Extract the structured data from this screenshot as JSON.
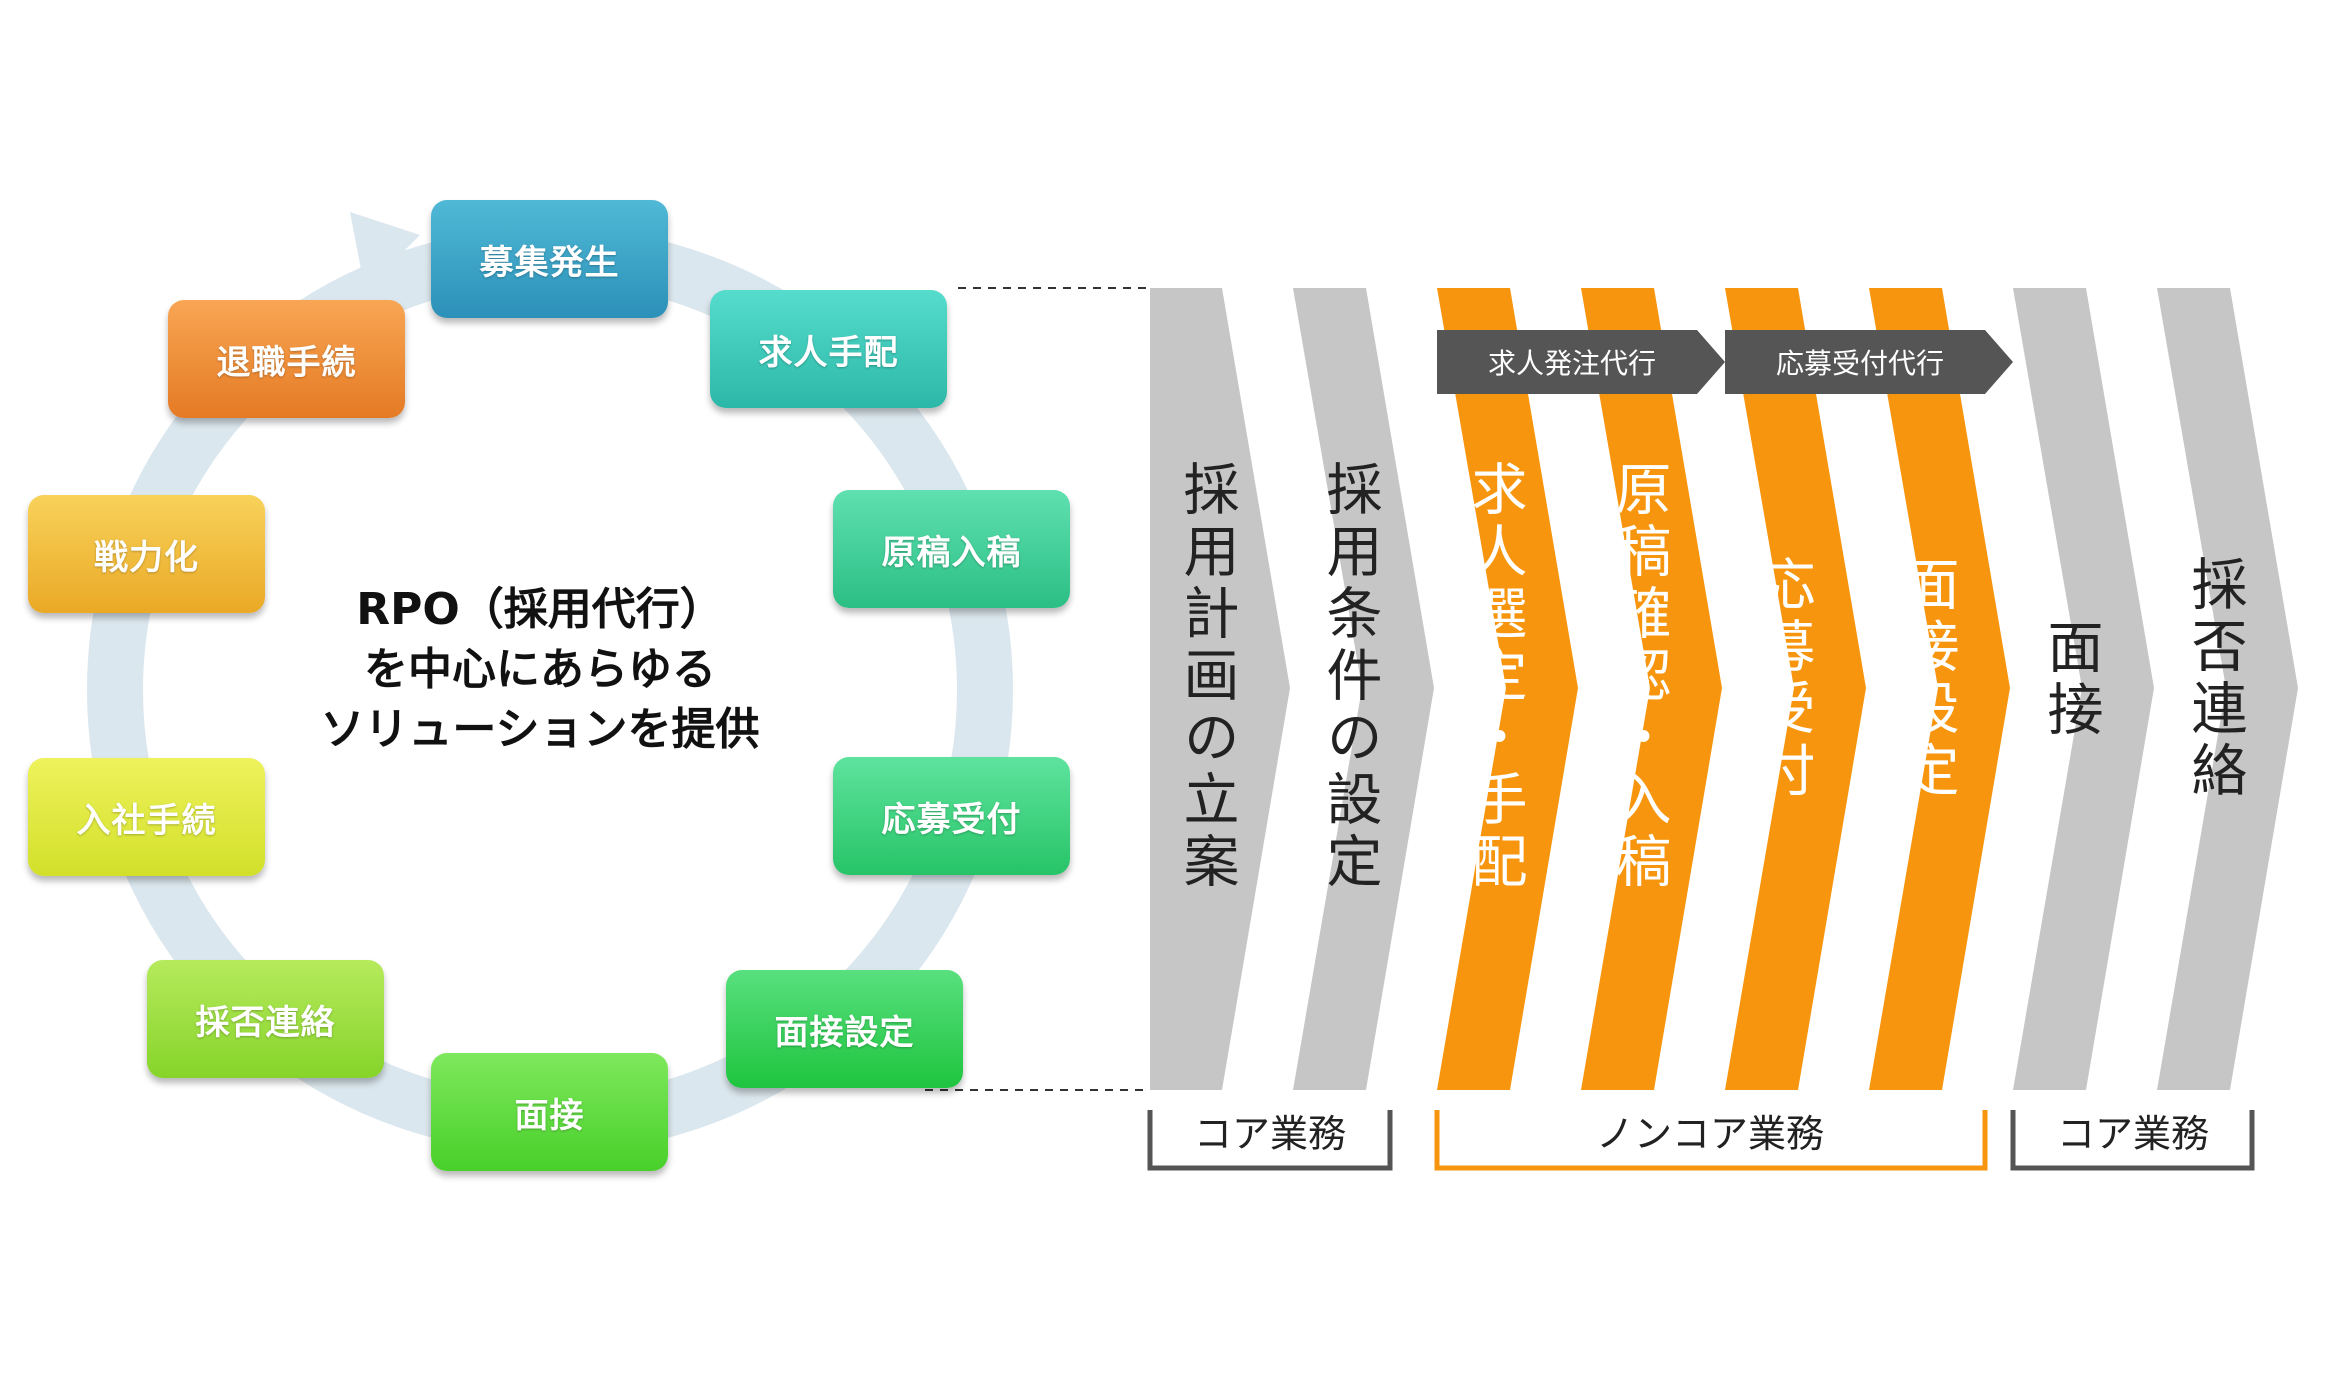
{
  "center_title": {
    "line1": "RPO（採用代行）",
    "line2": "を中心にあらゆる",
    "line3": "ソリューションを提供"
  },
  "cycle_steps": [
    {
      "label": "募集発生",
      "color_top": "#4fb9d6",
      "color_bottom": "#2c90b8"
    },
    {
      "label": "求人手配",
      "color_top": "#55dccc",
      "color_bottom": "#2cb8a8"
    },
    {
      "label": "原稿入稿",
      "color_top": "#5fe0b0",
      "color_bottom": "#2bbf84"
    },
    {
      "label": "応募受付",
      "color_top": "#5ee39e",
      "color_bottom": "#27c467"
    },
    {
      "label": "面接設定",
      "color_top": "#58e07e",
      "color_bottom": "#1fc43f"
    },
    {
      "label": "面接",
      "color_top": "#7ee85c",
      "color_bottom": "#48d02a"
    },
    {
      "label": "採否連絡",
      "color_top": "#b6ea5c",
      "color_bottom": "#86d42a"
    },
    {
      "label": "入社手続",
      "color_top": "#eef25c",
      "color_bottom": "#d2e02a"
    },
    {
      "label": "戦力化",
      "color_top": "#f8d25a",
      "color_bottom": "#eaa926"
    },
    {
      "label": "退職手続",
      "color_top": "#f8a654",
      "color_bottom": "#e57a24"
    }
  ],
  "process_steps": [
    {
      "label": "採用計画の立案",
      "type": "core"
    },
    {
      "label": "採用条件の設定",
      "type": "core"
    },
    {
      "label": "求人選定・手配",
      "type": "noncore"
    },
    {
      "label": "原稿確認・入稿",
      "type": "noncore"
    },
    {
      "label": "応募受付",
      "type": "noncore"
    },
    {
      "label": "面接設定",
      "type": "noncore"
    },
    {
      "label": "面接",
      "type": "core"
    },
    {
      "label": "採否連絡",
      "type": "core"
    }
  ],
  "service_tags": [
    "求人発注代行",
    "応募受付代行"
  ],
  "groups": {
    "core_left": "コア業務",
    "noncore": "ノンコア業務",
    "core_right": "コア業務"
  },
  "colors": {
    "core_fill": "#c6c6c6",
    "noncore_fill": "#f7960e",
    "tag_fill": "#555555",
    "ring": "#dbe7ee",
    "core_bracket": "#555555",
    "noncore_bracket": "#f7960e"
  }
}
